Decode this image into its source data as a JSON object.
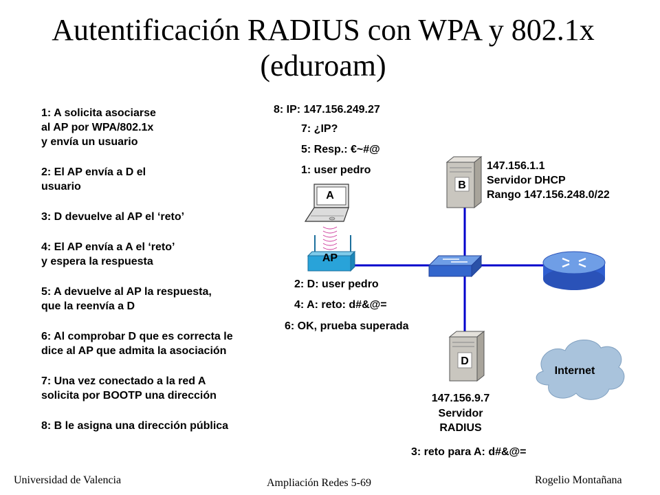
{
  "title": "Autentificación RADIUS con WPA y 802.1x (eduroam)",
  "steps": [
    "1: A solicita asociarse\nal AP por WPA/802.1x\ny envía un usuario",
    "2: El AP envía a D el\nusuario",
    "3: D devuelve al AP el ‘reto’",
    "4: El AP envía a A el ‘reto’\ny espera la respuesta",
    "5: A devuelve al AP la respuesta,\nque la reenvía a D",
    "6: Al comprobar D que es correcta le\ndice al AP que admita la asociación",
    "7: Una vez conectado a la red A\nsolicita por BOOTP una dirección",
    "8: B le asigna una dirección pública"
  ],
  "messages_a": {
    "m8": "8: IP: 147.156.249.27",
    "m7": "7: ¿IP?",
    "m5": "5: Resp.: €~#@",
    "m1": "1: user pedro"
  },
  "messages_ap": {
    "m2": "2: D: user pedro",
    "m4": "4: A: reto: d#&@=",
    "m6": "6: OK, prueba superada"
  },
  "server_b": {
    "ip": "147.156.1.1",
    "name": "Servidor DHCP",
    "range": "Rango 147.156.248.0/22",
    "label": "B"
  },
  "server_d": {
    "ip": "147.156.9.7",
    "name": "Servidor",
    "name2": "RADIUS",
    "label": "D"
  },
  "reto_d": "3: reto para A: d#&@=",
  "laptop_label": "A",
  "ap_label": "AP",
  "internet_label": "Internet",
  "footer": {
    "left": "Universidad de Valencia",
    "center": "Ampliación Redes 5-69",
    "right": "Rogelio Montañana"
  },
  "colors": {
    "link": "#0000cc",
    "ap": "#29a3d9",
    "switch": "#3366cc",
    "router": "#2f5fd0",
    "cloud": "#a9c3dc",
    "server": "#c9c6bf"
  }
}
